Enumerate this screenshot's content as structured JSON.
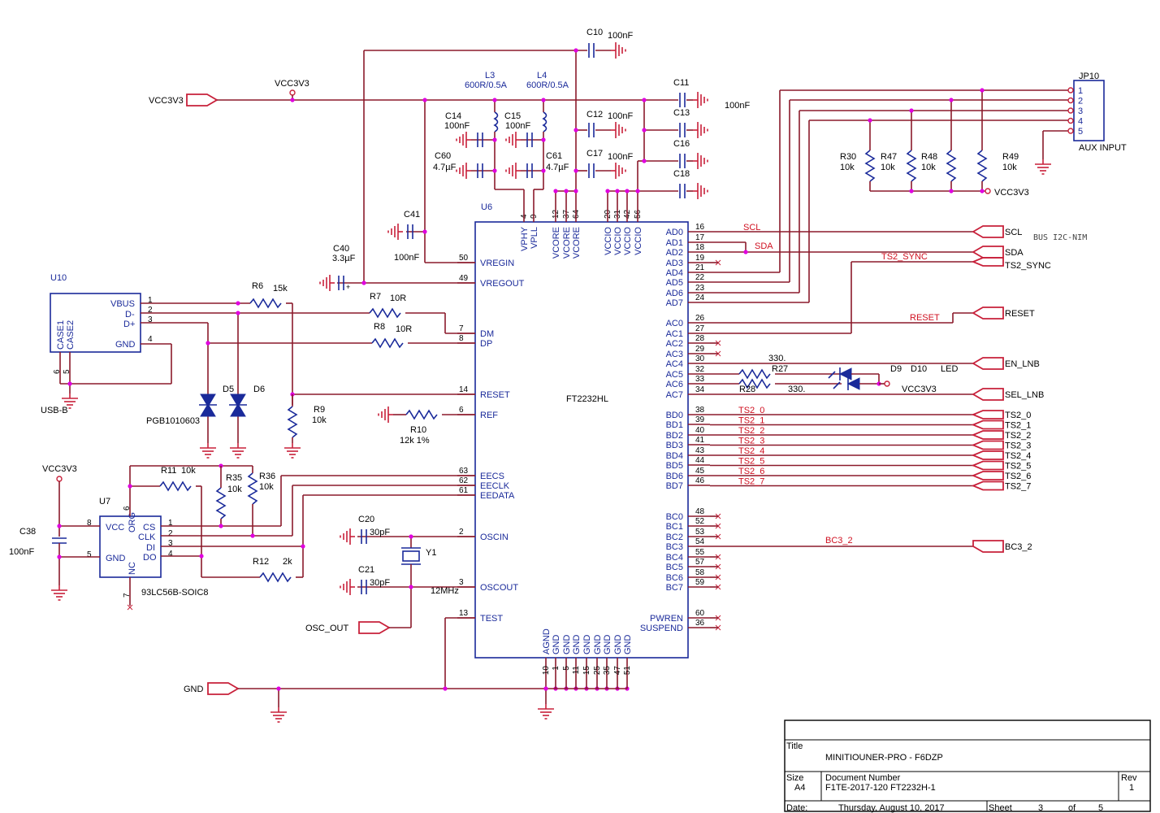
{
  "nets": {
    "vcc_top": "VCC3V3",
    "vcc_port": "VCC3V3",
    "vcc_u7": "VCC3V3",
    "vcc_pullups": "VCC3V3",
    "vcc_led": "VCC3V3",
    "gnd_port": "GND",
    "osc_out": "OSC_OUT",
    "scl_wire": "SCL",
    "sda_wire": "SDA",
    "ts2sync_wire": "TS2_SYNC",
    "reset_wire": "RESET",
    "bc32_wire": "BC3_2",
    "bus_note": "BUS I2C-NIM"
  },
  "ports_right": [
    "SCL",
    "SDA",
    "TS2_SYNC",
    "RESET",
    "EN_LNB",
    "SEL_LNB"
  ],
  "ts_ports": [
    "TS2_0",
    "TS2_1",
    "TS2_2",
    "TS2_3",
    "TS2_4",
    "TS2_5",
    "TS2_6",
    "TS2_7"
  ],
  "ts_wires": [
    "TS2_0",
    "TS2_1",
    "TS2_2",
    "TS2_3",
    "TS2_4",
    "TS2_5",
    "TS2_6",
    "TS2_7"
  ],
  "bc32_port": "BC3_2",
  "u6": {
    "ref": "U6",
    "name": "FT2232HL",
    "left_pins": [
      {
        "num": "50",
        "name": "VREGIN"
      },
      {
        "num": "49",
        "name": "VREGOUT"
      },
      {
        "num": "7",
        "name": "DM"
      },
      {
        "num": "8",
        "name": "DP"
      },
      {
        "num": "14",
        "name": "RESET"
      },
      {
        "num": "6",
        "name": "REF"
      },
      {
        "num": "63",
        "name": "EECS"
      },
      {
        "num": "62",
        "name": "EECLK"
      },
      {
        "num": "61",
        "name": "EEDATA"
      },
      {
        "num": "2",
        "name": "OSCIN"
      },
      {
        "num": "3",
        "name": "OSCOUT"
      },
      {
        "num": "13",
        "name": "TEST"
      }
    ],
    "top_pins": [
      {
        "num": "4",
        "name": "VPHY"
      },
      {
        "num": "9",
        "name": "VPLL"
      },
      {
        "num": "12",
        "name": "VCORE"
      },
      {
        "num": "37",
        "name": "VCORE"
      },
      {
        "num": "64",
        "name": "VCORE"
      },
      {
        "num": "20",
        "name": "VCCIO"
      },
      {
        "num": "31",
        "name": "VCCIO"
      },
      {
        "num": "42",
        "name": "VCCIO"
      },
      {
        "num": "56",
        "name": "VCCIO"
      }
    ],
    "bottom_pins": [
      {
        "num": "10",
        "name": "AGND"
      },
      {
        "num": "1",
        "name": "GND"
      },
      {
        "num": "5",
        "name": "GND"
      },
      {
        "num": "11",
        "name": "GND"
      },
      {
        "num": "15",
        "name": "GND"
      },
      {
        "num": "25",
        "name": "GND"
      },
      {
        "num": "35",
        "name": "GND"
      },
      {
        "num": "47",
        "name": "GND"
      },
      {
        "num": "51",
        "name": "GND"
      }
    ],
    "right_pins": [
      {
        "num": "16",
        "name": "AD0"
      },
      {
        "num": "17",
        "name": "AD1"
      },
      {
        "num": "18",
        "name": "AD2"
      },
      {
        "num": "19",
        "name": "AD3"
      },
      {
        "num": "21",
        "name": "AD4"
      },
      {
        "num": "22",
        "name": "AD5"
      },
      {
        "num": "23",
        "name": "AD6"
      },
      {
        "num": "24",
        "name": "AD7"
      },
      {
        "num": "26",
        "name": "AC0"
      },
      {
        "num": "27",
        "name": "AC1"
      },
      {
        "num": "28",
        "name": "AC2"
      },
      {
        "num": "29",
        "name": "AC3"
      },
      {
        "num": "30",
        "name": "AC4"
      },
      {
        "num": "32",
        "name": "AC5"
      },
      {
        "num": "33",
        "name": "AC6"
      },
      {
        "num": "34",
        "name": "AC7"
      },
      {
        "num": "38",
        "name": "BD0"
      },
      {
        "num": "39",
        "name": "BD1"
      },
      {
        "num": "40",
        "name": "BD2"
      },
      {
        "num": "41",
        "name": "BD3"
      },
      {
        "num": "43",
        "name": "BD4"
      },
      {
        "num": "44",
        "name": "BD5"
      },
      {
        "num": "45",
        "name": "BD6"
      },
      {
        "num": "46",
        "name": "BD7"
      },
      {
        "num": "48",
        "name": "BC0"
      },
      {
        "num": "52",
        "name": "BC1"
      },
      {
        "num": "53",
        "name": "BC2"
      },
      {
        "num": "54",
        "name": "BC3"
      },
      {
        "num": "55",
        "name": "BC4"
      },
      {
        "num": "57",
        "name": "BC5"
      },
      {
        "num": "58",
        "name": "BC6"
      },
      {
        "num": "59",
        "name": "BC7"
      },
      {
        "num": "60",
        "name": "PWREN"
      },
      {
        "num": "36",
        "name": "SUSPEND"
      }
    ]
  },
  "u10": {
    "ref": "U10",
    "name": "USB-B",
    "pins": [
      {
        "num": "1",
        "name": "VBUS"
      },
      {
        "num": "2",
        "name": "D-"
      },
      {
        "num": "3",
        "name": "D+"
      },
      {
        "num": "4",
        "name": "GND"
      }
    ],
    "case": [
      "CASE1",
      "CASE2"
    ],
    "case_pins": [
      "6",
      "5"
    ]
  },
  "u7": {
    "ref": "U7",
    "name": "93LC56B-SOIC8",
    "left_pins": [
      {
        "num": "8",
        "name": "VCC"
      },
      {
        "num": "5",
        "name": "GND"
      }
    ],
    "right_pins": [
      {
        "num": "1",
        "name": "CS"
      },
      {
        "num": "2",
        "name": "CLK"
      },
      {
        "num": "3",
        "name": "DI"
      },
      {
        "num": "4",
        "name": "DO"
      }
    ],
    "top_pin": {
      "num": "6",
      "name": "ORG"
    },
    "bottom_pin": {
      "num": "7",
      "name": "NC"
    }
  },
  "jp10": {
    "ref": "JP10",
    "name": "AUX INPUT",
    "pins": [
      "1",
      "2",
      "3",
      "4",
      "5"
    ]
  },
  "parts": {
    "C10": "C10",
    "C10v": "100nF",
    "L3": "L3",
    "L3v": "600R/0.5A",
    "L4": "L4",
    "L4v": "600R/0.5A",
    "C11": "C11",
    "C13": "C13",
    "C16": "C16",
    "C18": "C18",
    "C11v": "100nF",
    "C14": "C14",
    "C14v": "100nF",
    "C15": "C15",
    "C15v": "100nF",
    "C12": "C12",
    "C12v": "100nF",
    "C60": "C60",
    "C60v": "4.7µF",
    "C61": "C61",
    "C61v": "4.7µF",
    "C17": "C17",
    "C17v": "100nF",
    "C41": "C41",
    "C41v": "100nF",
    "C40": "C40",
    "C40v": "3.3µF",
    "R6": "R6",
    "R6v": "15k",
    "R7": "R7",
    "R7v": "10R",
    "R8": "R8",
    "R8v": "10R",
    "R9": "R9",
    "R9v": "10k",
    "R10": "R10",
    "R10v": "12k 1%",
    "D5": "D5",
    "D6": "D6",
    "Dv": "PGB1010603",
    "R11": "R11",
    "R11v": "10k",
    "R35": "R35",
    "R35v": "10k",
    "R36": "R36",
    "R36v": "10k",
    "R12": "R12",
    "R12v": "2k",
    "C38": "C38",
    "C38v": "100nF",
    "C20": "C20",
    "C20v": "30pF",
    "C21": "C21",
    "C21v": "30pF",
    "Y1": "Y1",
    "Y1v": "12MHz",
    "R30": "R30",
    "R30v": "10k",
    "R47": "R47",
    "R47v": "10k",
    "R48": "R48",
    "R48v": "10k",
    "R49": "R49",
    "R49v": "10k",
    "R27": "R27",
    "R27v": "330.",
    "R28": "R28",
    "R28v": "330.",
    "D9": "D9",
    "D10": "D10",
    "Dledv": "LED"
  },
  "title_block": {
    "title_label": "Title",
    "title": "MINITIOUNER-PRO  -  F6DZP",
    "size_label": "Size",
    "size": "A4",
    "docnum_label": "Document Number",
    "docnum": "F1TE-2017-120     FT2232H-1",
    "rev_label": "Rev",
    "rev": "1",
    "date_label": "Date:",
    "date": "Thursday, August 10, 2017",
    "sheet_label": "Sheet",
    "sheet": "3",
    "of_label": "of",
    "sheets": "5"
  }
}
